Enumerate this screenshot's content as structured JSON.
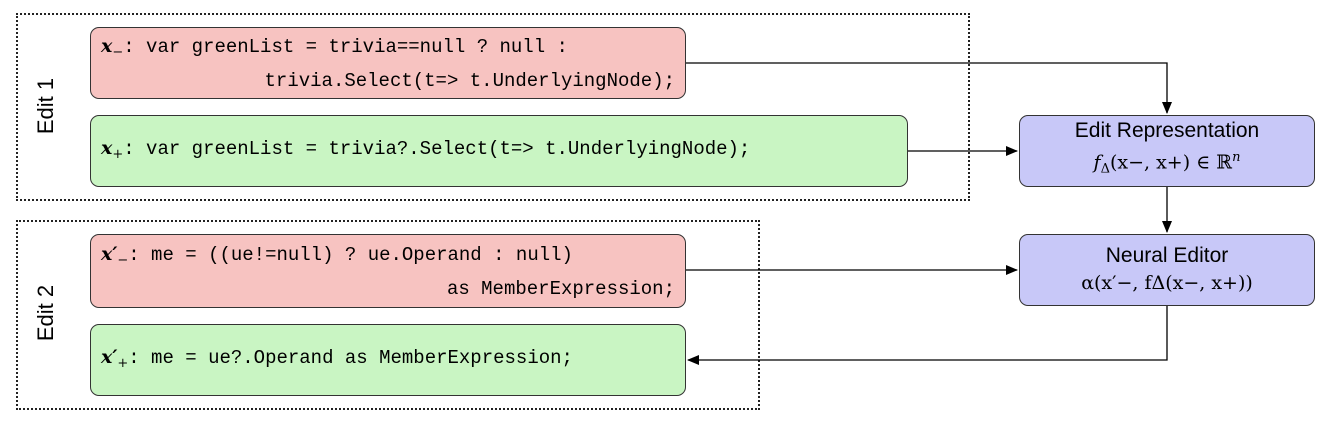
{
  "edit1": {
    "label": "Edit 1",
    "minus": {
      "var": "x",
      "sub": "−",
      "line1": ": var greenList = trivia==null ? null :",
      "line2": "trivia.Select(t=> t.UnderlyingNode);"
    },
    "plus": {
      "var": "x",
      "sub": "+",
      "line1": ": var greenList = trivia?.Select(t=> t.UnderlyingNode);"
    }
  },
  "edit2": {
    "label": "Edit 2",
    "minus": {
      "var": "x",
      "prime": "′",
      "sub": "−",
      "line1": ": me = ((ue!=null) ? ue.Operand : null)",
      "line2": "as MemberExpression;"
    },
    "plus": {
      "var": "x",
      "prime": "′",
      "sub": "+",
      "line1": ": me = ue?.Operand as MemberExpression;"
    }
  },
  "edit_representation": {
    "title": "Edit Representation",
    "formula_fn": "f",
    "formula_fn_sub": "Δ",
    "formula_args": "(x−, x+) ∈ ℝ",
    "formula_sup": "n"
  },
  "neural_editor": {
    "title": "Neural Editor",
    "formula": "α(x′−, fΔ(x−, x+))"
  }
}
